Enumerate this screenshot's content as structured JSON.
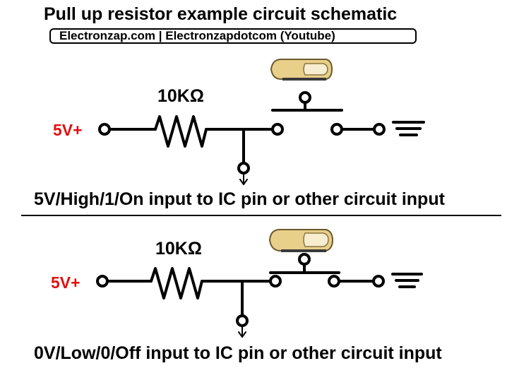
{
  "title": "Pull up resistor example circuit schematic",
  "banner": "Electronzap.com | Electronzapdotcom (Youtube)",
  "top_circuit": {
    "supply_label": "5V+",
    "resistor_label": "10KΩ",
    "caption": "5V/High/1/On input to IC pin or other circuit input",
    "button_state": "released"
  },
  "bottom_circuit": {
    "supply_label": "5V+",
    "resistor_label": "10KΩ",
    "caption": "0V/Low/0/Off input to IC pin or other circuit input",
    "button_state": "pressed"
  },
  "colors": {
    "supply": "#e01010",
    "wire": "#000000",
    "finger_skin": "#e8cf8a",
    "finger_nail": "#f7edd0"
  }
}
